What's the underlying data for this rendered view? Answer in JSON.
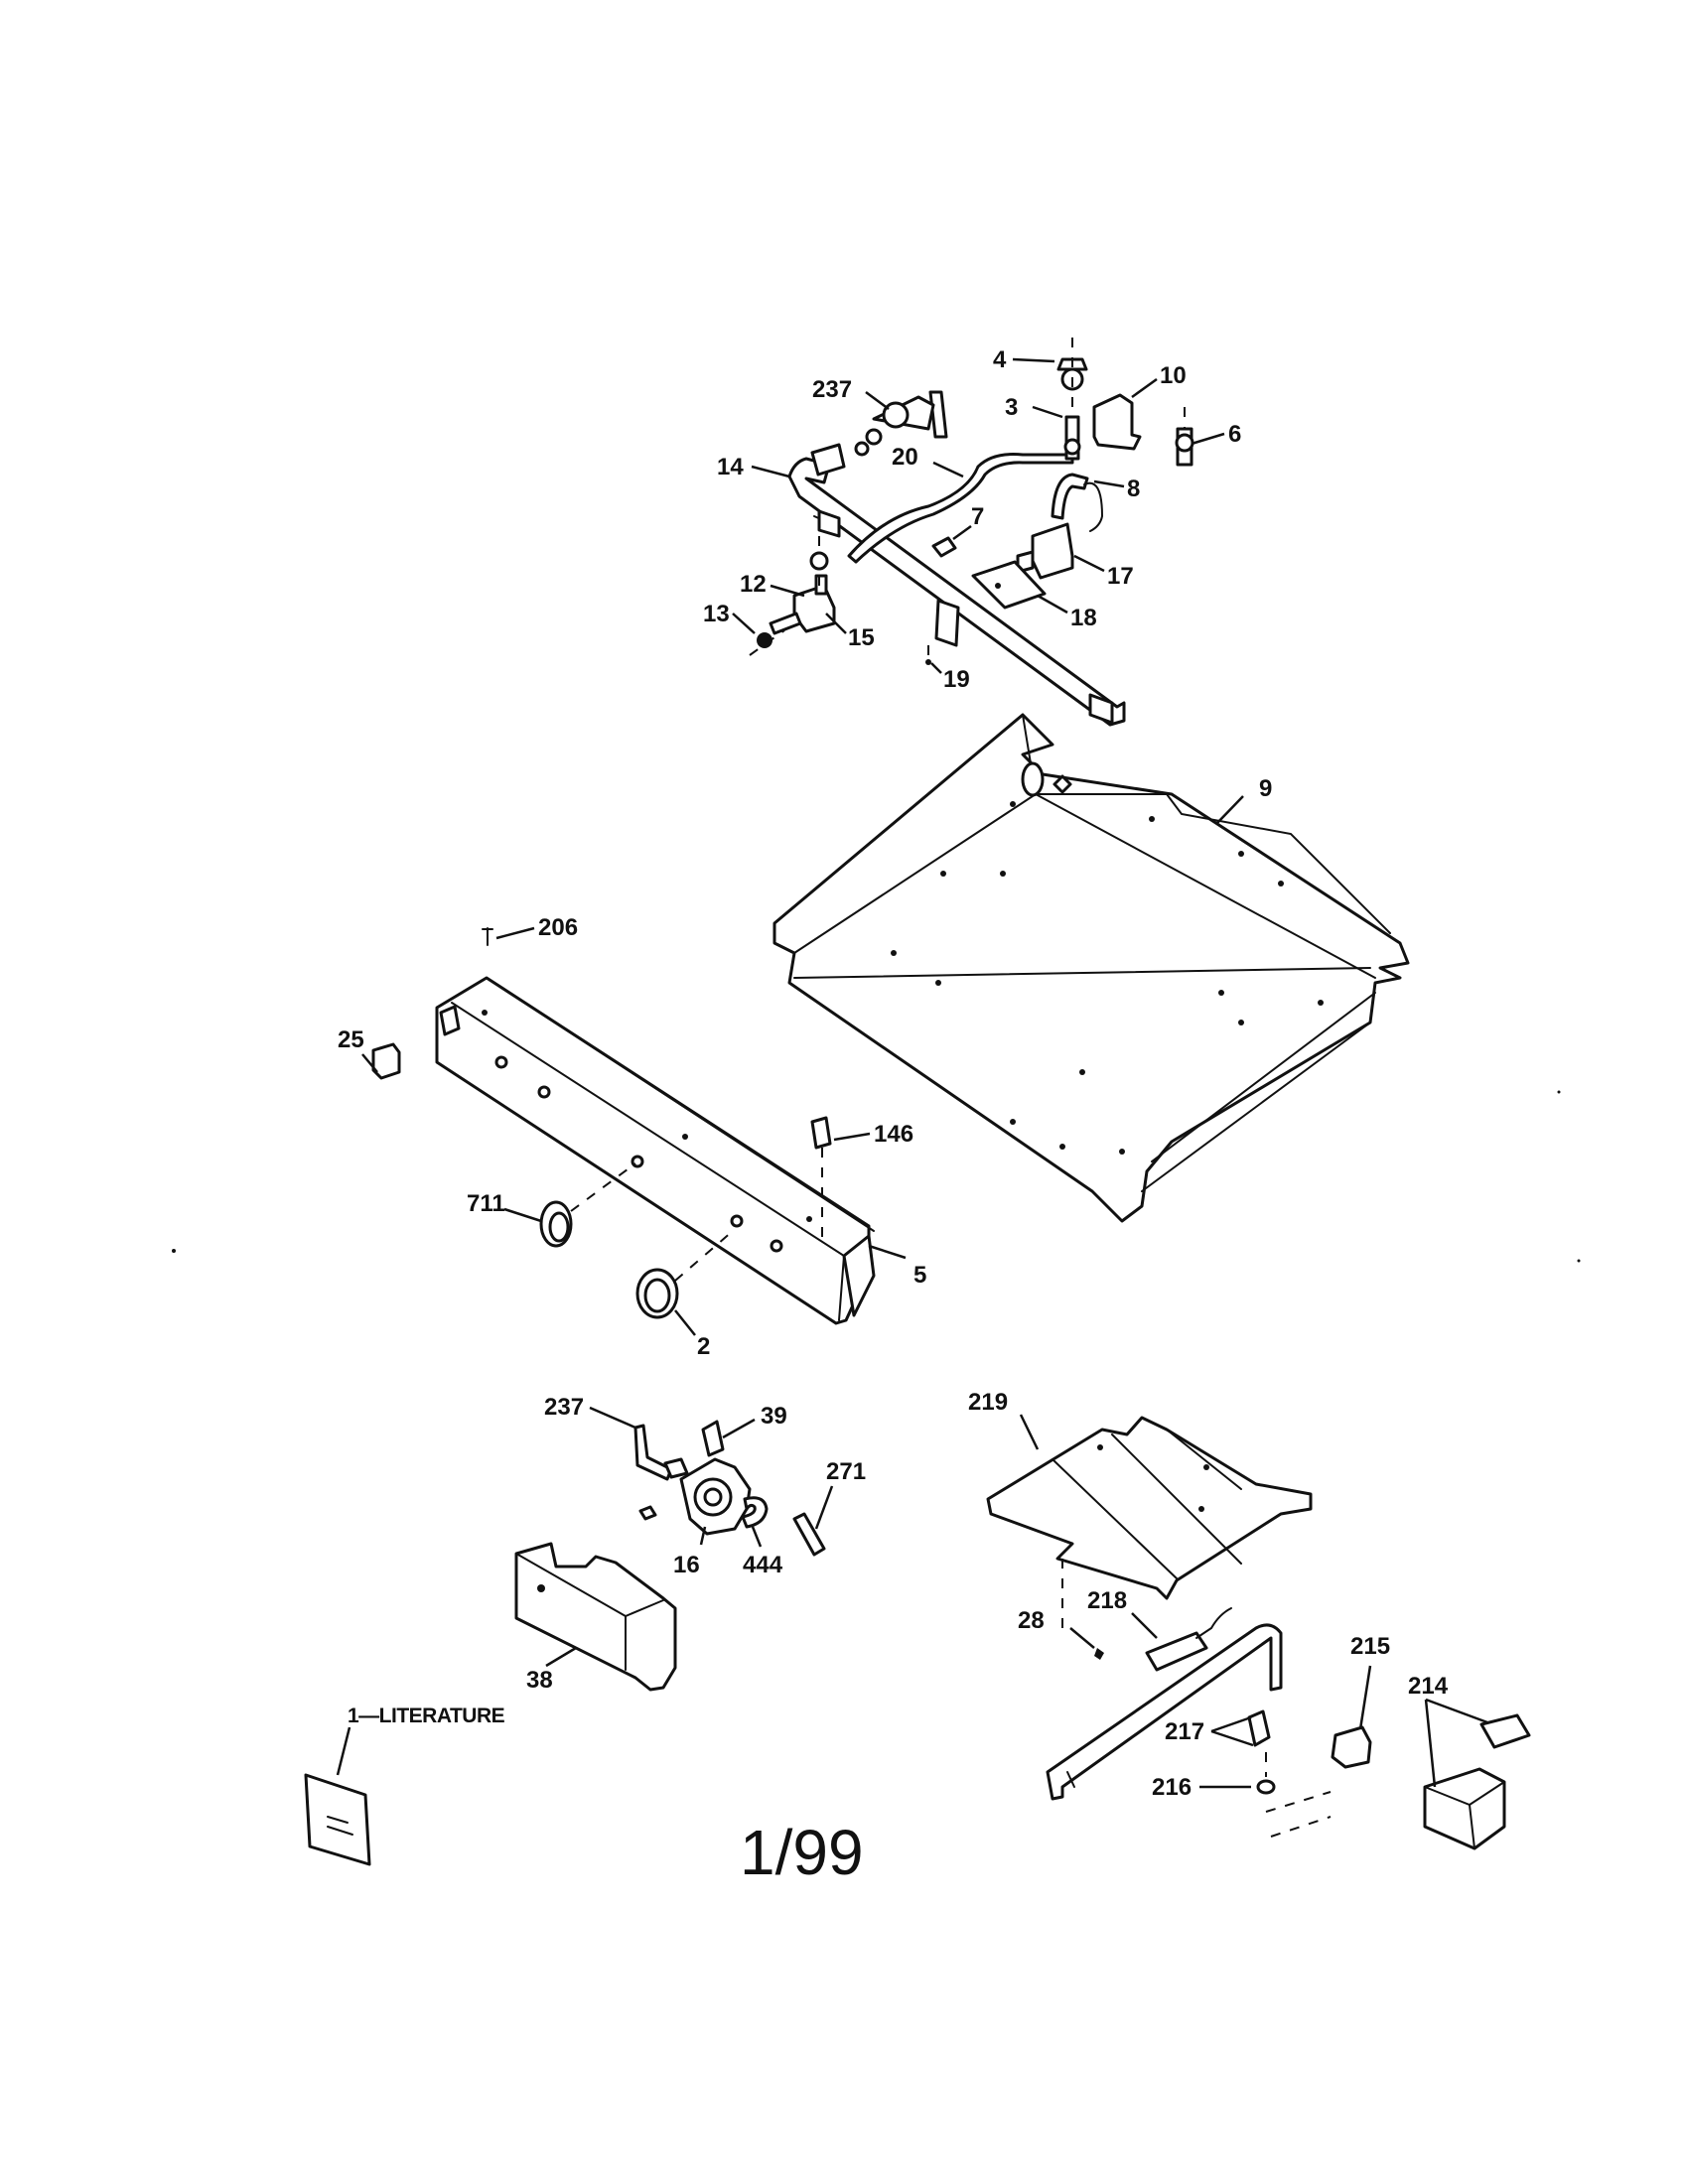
{
  "diagram": {
    "page_mark": "1/99",
    "literature_label": "1—LITERATURE",
    "callouts": {
      "c4": "4",
      "c10": "10",
      "c237_top": "237",
      "c3": "3",
      "c6": "6",
      "c14": "14",
      "c20": "20",
      "c8": "8",
      "c7": "7",
      "c17": "17",
      "c12": "12",
      "c18": "18",
      "c13": "13",
      "c15": "15",
      "c19": "19",
      "c9": "9",
      "c206": "206",
      "c25": "25",
      "c146": "146",
      "c711": "711",
      "c5": "5",
      "c2": "2",
      "c237_bottom": "237",
      "c39": "39",
      "c271": "271",
      "c16": "16",
      "c444": "444",
      "c38": "38",
      "c219": "219",
      "c28": "28",
      "c218": "218",
      "c215": "215",
      "c217": "217",
      "c216": "216",
      "c214": "214"
    }
  }
}
